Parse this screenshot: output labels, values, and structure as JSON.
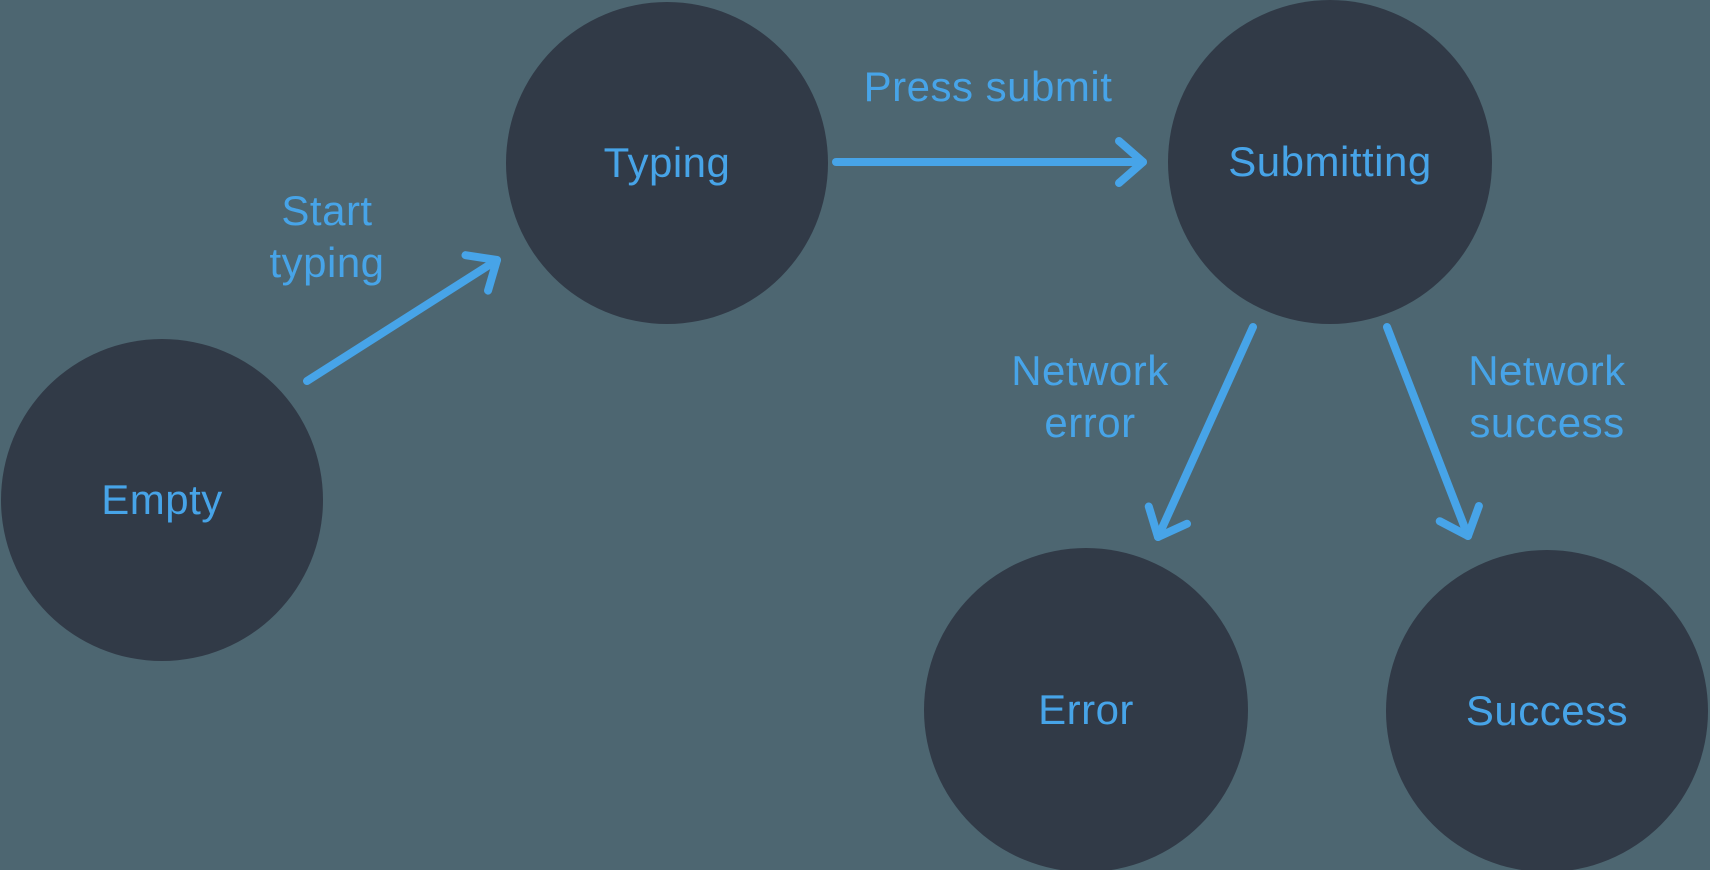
{
  "diagram": {
    "type": "state-machine",
    "colors": {
      "background": "#4d6671",
      "node_fill": "#313a47",
      "accent_blue": "#47a4e8"
    },
    "nodes": [
      {
        "id": "empty",
        "label": "Empty"
      },
      {
        "id": "typing",
        "label": "Typing"
      },
      {
        "id": "submitting",
        "label": "Submitting"
      },
      {
        "id": "error",
        "label": "Error"
      },
      {
        "id": "success",
        "label": "Success"
      }
    ],
    "transitions": [
      {
        "from": "empty",
        "to": "typing",
        "label": "Start\ntyping"
      },
      {
        "from": "typing",
        "to": "submitting",
        "label": "Press submit"
      },
      {
        "from": "submitting",
        "to": "error",
        "label": "Network\nerror"
      },
      {
        "from": "submitting",
        "to": "success",
        "label": "Network\nsuccess"
      }
    ]
  }
}
